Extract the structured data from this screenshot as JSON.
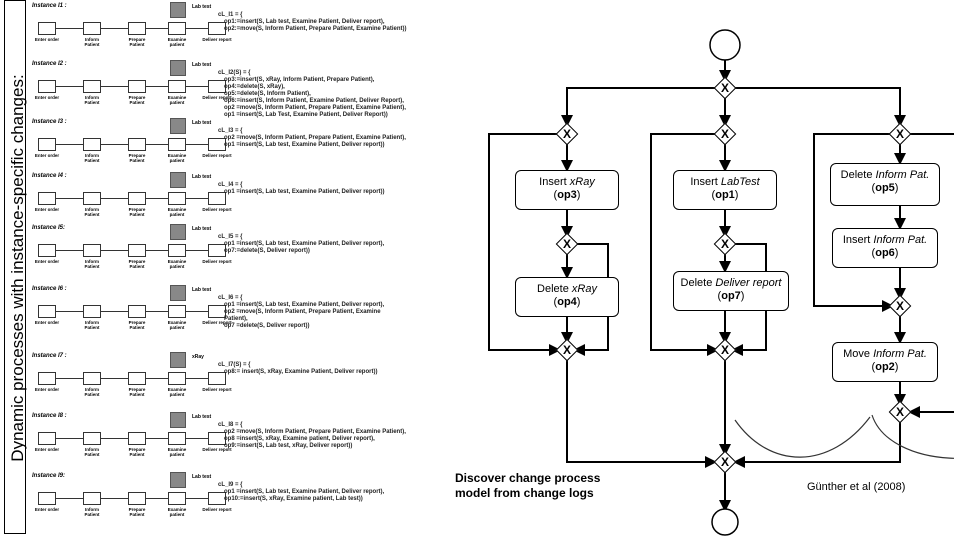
{
  "sidebar": {
    "title": "Dynamic processes with instance-specific changes:"
  },
  "instance_tasks": [
    "Enter order",
    "Inform Patient",
    "Prepare Patient",
    "Examine patient",
    "Deliver report"
  ],
  "instances": [
    {
      "label": "Instance I1 :",
      "marker": "Lab test",
      "cl": "cL_I1 = {",
      "ops": [
        "op1:=insert(S, Lab test, Examine Patient, Deliver report),",
        "op2:=move(S, Inform Patient, Prepare Patient, Examine Patient))"
      ]
    },
    {
      "label": "Instance I2 :",
      "marker": "Lab test",
      "cl": "cL_I2(S) = {",
      "ops": [
        "op3:=insert(S, xRay, Inform Patient, Prepare Patient),",
        "op4:=delete(S, xRay),",
        "op5:=delete(S, Inform Patient),",
        "op6:=insert(S, Inform Patient, Examine Patient, Deliver Report),",
        "op2 =move(S, Inform Patient, Prepare Patient, Examine Patient),",
        "op1 =insert(S, Lab Test, Examine Patient, Deliver Report))"
      ]
    },
    {
      "label": "Instance I3 :",
      "marker": "Lab test",
      "cl": "cL_I3 = {",
      "ops": [
        "op2 =move(S, Inform Patient, Prepare Patient, Examine Patient),",
        "op1 =insert(S, Lab test, Examine Patient, Deliver report))"
      ]
    },
    {
      "label": "Instance I4 :",
      "marker": "Lab test",
      "cl": "cL_I4 = {",
      "ops": [
        "op1 =insert(S, Lab test, Examine Patient, Deliver report))"
      ]
    },
    {
      "label": "Instance I5:",
      "marker": "Lab test",
      "cl": "cL_I5 = {",
      "ops": [
        "op1 =insert(S, Lab test, Examine Patient, Deliver report),",
        "op7:=delete(S, Deliver report))"
      ]
    },
    {
      "label": "Instance I6 :",
      "marker": "Lab test",
      "cl": "cL_I6 = {",
      "ops": [
        "op1 =insert(S, Lab test, Examine Patient, Deliver report),",
        "op2 =move(S, Inform Patient, Prepare Patient, Examine",
        "Patient),",
        "op7 =delete(S, Deliver report))"
      ]
    },
    {
      "label": "Instance I7 :",
      "marker": "xRay",
      "cl": "cL_I7(S) = {",
      "ops": [
        "op8:= insert(S, xRay, Examine Patient, Deliver report))"
      ]
    },
    {
      "label": "Instance I8 :",
      "marker": "Lab test",
      "cl": "cL_I8 = {",
      "ops": [
        "op2 =move(S, Inform Patient, Prepare Patient, Examine Patient),",
        "op8 =insert(S, xRay, Examine patient, Deliver report),",
        "op9:=insert(S, Lab test, xRay, Deliver report))"
      ]
    },
    {
      "label": "Instance I9:",
      "marker": "Lab test",
      "cl": "cL_I9 = {",
      "ops": [
        "op1 =insert(S, Lab test, Examine Patient, Deliver report),",
        "op10:=insert(S, xRay, Examine patient, Lab test))"
      ]
    }
  ],
  "diagram": {
    "gateway_symbol": "X",
    "op1": {
      "prefix": "Insert ",
      "name": "LabTest",
      "op": "op1"
    },
    "op3": {
      "prefix": "Insert ",
      "name": "xRay",
      "op": "op3"
    },
    "op4": {
      "prefix": "Delete ",
      "name": "xRay",
      "op": "op4"
    },
    "op7": {
      "prefix": "Delete ",
      "name": "Deliver report",
      "op": "op7"
    },
    "op5": {
      "prefix": "Delete ",
      "name": "Inform Pat.",
      "op": "op5"
    },
    "op6": {
      "prefix": "Insert ",
      "name": "Inform Pat.",
      "op": "op6"
    },
    "op2": {
      "prefix": "Move ",
      "name": "Inform Pat.",
      "op": "op2"
    }
  },
  "caption": {
    "line1": "Discover change process",
    "line2": "model from change logs"
  },
  "citation": "Günther  et al (2008)"
}
